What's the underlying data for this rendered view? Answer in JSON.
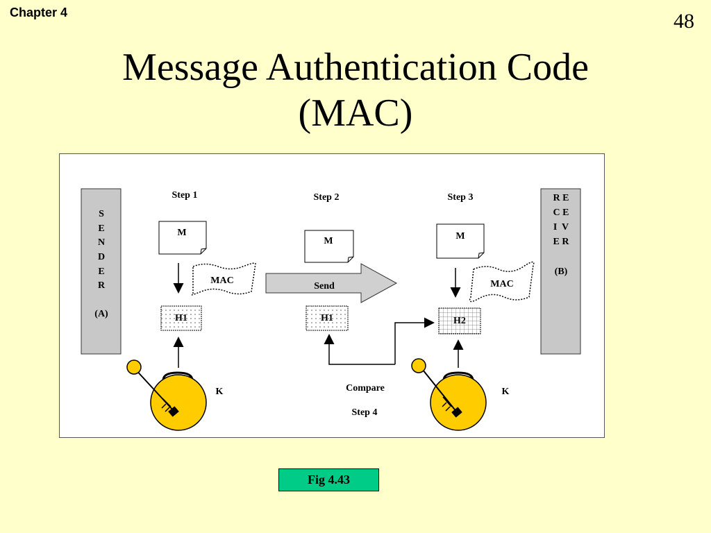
{
  "header": {
    "chapter": "Chapter 4",
    "slide_number": "48"
  },
  "title": {
    "line1": "Message Authentication Code",
    "line2": "(MAC)"
  },
  "diagram": {
    "sender": {
      "letters": [
        "S",
        "E",
        "N",
        "D",
        "E",
        "R"
      ],
      "id": "(A)"
    },
    "receiver": {
      "lines": [
        "R E",
        "C E",
        "I  V",
        "E R"
      ],
      "id": "(B)"
    },
    "steps": {
      "step1": "Step 1",
      "step2": "Step 2",
      "step3": "Step 3",
      "step4": "Step 4"
    },
    "message": "M",
    "mac": "MAC",
    "send": "Send",
    "h1": "H1",
    "h2": "H2",
    "key": "K",
    "compare": "Compare"
  },
  "caption": "Fig 4.43",
  "colors": {
    "background": "#ffffcc",
    "panel_fill": "#c8c8c8",
    "lock_fill": "#ffcc00",
    "caption_fill": "#00cc88"
  }
}
